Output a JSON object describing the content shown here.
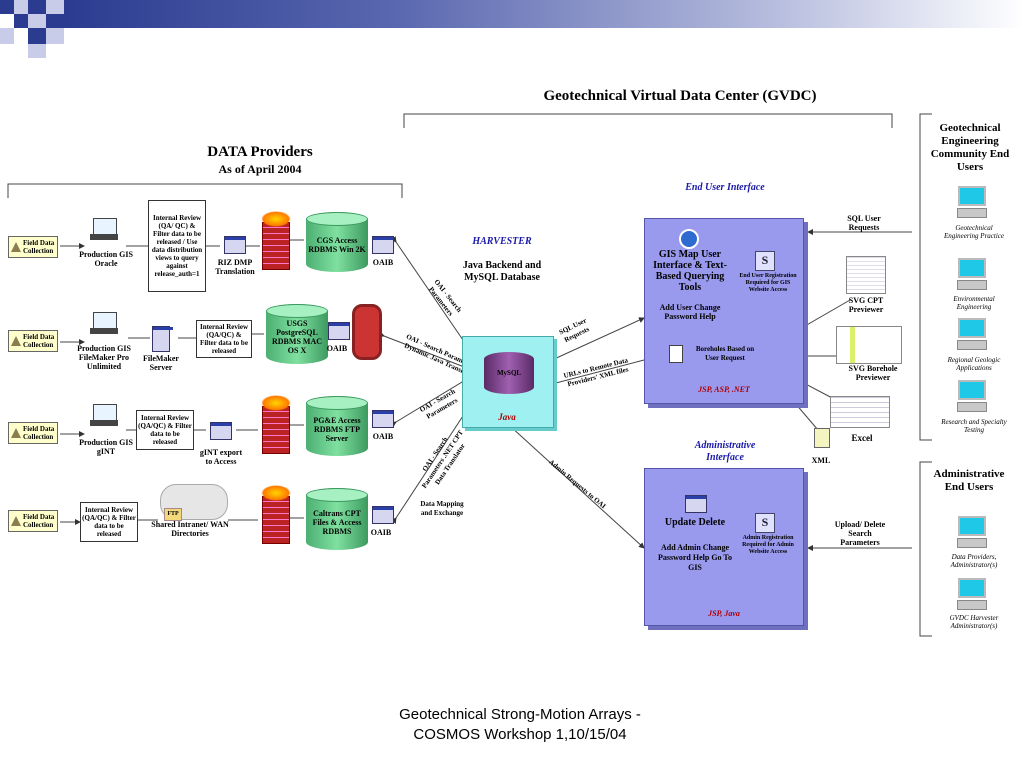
{
  "header": {
    "main_title": "Geotechnical Virtual Data Center (GVDC)"
  },
  "providers": {
    "title": "DATA Providers",
    "subtitle": "As of April 2004"
  },
  "field_data": "Field Data Collection",
  "rows": [
    {
      "prod": "Production GIS Oracle",
      "review": "Internal Review (QA/ QC) & Filter data to be released / Use data distribution views to query against release_auth=1",
      "trans": "RIZ DMP Translation",
      "db": "CGS Access RDBMS Win 2K",
      "oaib": "OAIB"
    },
    {
      "prod": "Production GIS FileMaker Pro Unlimited",
      "server": "FileMaker Server",
      "review": "Internal Review (QA/QC) & Filter data to be released",
      "db": "USGS PostgreSQL RDBMS MAC OS X",
      "oaib": "OAIB"
    },
    {
      "prod": "Production GIS gINT",
      "review": "Internal Review (QA/QC) & Filter data to be released",
      "trans": "gINT export to Access",
      "db": "PG&E Access RDBMS FTP Server",
      "oaib": "OAIB"
    },
    {
      "review": "Internal Review (QA/QC) & Filter data to be released",
      "shared": "Shared Intranet/ WAN Directories",
      "ftp": "FTP",
      "db": "Caltrans CPT Files & Access RDBMS",
      "oaib": "OAIB"
    }
  ],
  "harvester": {
    "title": "HARVESTER",
    "desc": "Java Backend and MySQL Database",
    "db": "MySQL",
    "lang": "Java"
  },
  "arrows": {
    "a1": "OAI - Search Parameters",
    "a2": "OAI - Search Parameters - Dynamic Java Translator",
    "a3": "OAI - Search Parameters",
    "a4": "OAI - Search Parameters .NET CPT Data Translator",
    "a5": "Data Mapping and Exchange",
    "sql": "SQL User Requests",
    "urls": "URLs to Remote Data Providers' XML files",
    "admin": "Admin Requests to OAI"
  },
  "end_user": {
    "heading": "End User Interface",
    "main": "GIS Map User Interface & Text-Based Querying Tools",
    "items": "Add User Change Password Help",
    "reg": "End User Registration Required for GIS Website Access",
    "boreholes": "Boreholes Based on User Request",
    "tech": "JSP, ASP, .NET"
  },
  "admin_if": {
    "heading": "Administrative Interface",
    "main": "Update Delete",
    "items": "Add Admin Change Password Help Go To GIS",
    "reg": "Admin Registration Required for Admin Website Access",
    "tech": "JSP, Java"
  },
  "outputs": {
    "sql": "SQL User Requests",
    "cpt": "SVG CPT Previewer",
    "borehole": "SVG Borehole Previewer",
    "excel": "Excel",
    "xml": "XML",
    "upload": "Upload/ Delete Search Parameters"
  },
  "community": {
    "title": "Geotechnical Engineering Community End Users",
    "users": [
      "Geotechnical Engineering Practice",
      "Environmental Engineering",
      "Regional Geologic Applications",
      "Research and Specialty Testing"
    ]
  },
  "admin_users": {
    "title": "Administrative End Users",
    "users": [
      "Data Providers, Administrator(s)",
      "GVDC Harvester Administrator(s)"
    ]
  },
  "footer": {
    "line1": "Geotechnical Strong-Motion Arrays -",
    "line2": "COSMOS Workshop 1,10/15/04"
  }
}
